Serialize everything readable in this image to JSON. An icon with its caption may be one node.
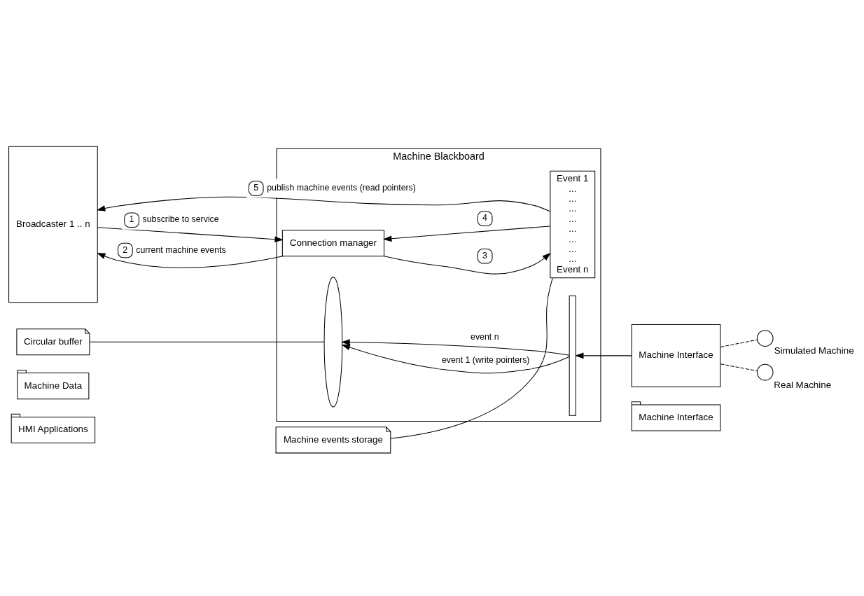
{
  "diagram": {
    "nodes": [
      {
        "text": [
          "HMI Applications"
        ]
      },
      {
        "text": [
          "Machine Data"
        ]
      },
      {
        "text": [
          "Machine Interface"
        ]
      },
      {
        "text": [
          "Broadcaster 1 .. n"
        ]
      },
      {
        "text": [
          "Machine Blackboard"
        ]
      },
      {
        "text": [
          "Connection manager"
        ],
        "in": 4
      },
      {
        "text": [
          "Event 1",
          "...",
          "...",
          "...",
          "...",
          "...",
          "...",
          "...",
          "...",
          "Event n"
        ],
        "in": 4
      },
      {
        "text": [],
        "shape": "ellipse",
        "in": 4
      },
      {
        "text": [],
        "shape": "bar",
        "in": 4
      },
      {
        "text": [
          "Machine Interface"
        ]
      },
      {
        "text": [],
        "shape": "circle",
        "beside": [
          "Simulated Machine"
        ]
      },
      {
        "text": [],
        "shape": "circle",
        "beside": [
          "Real Machine"
        ]
      },
      {
        "text": [
          "Machine events storage"
        ]
      },
      {
        "text": [
          "Circular buffer"
        ]
      }
    ],
    "edges": [
      {
        "from": 3,
        "to": 5,
        "arrow": "to",
        "label": "subscribe to service"
      },
      {
        "from": 5,
        "to": 3,
        "arrow": "to",
        "label": "current machine events"
      },
      {
        "from": 5,
        "to": 6,
        "arrow": "to"
      },
      {
        "from": 6,
        "to": 5,
        "arrow": "to"
      },
      {
        "from": 6,
        "to": 3,
        "arrow": "to",
        "label": "publish machine events (read pointers)"
      },
      {
        "from": 8,
        "to": 7,
        "arrow": "to",
        "label": "event 1 (write pointers)"
      },
      {
        "from": 8,
        "to": 7,
        "arrow": "to",
        "label": "event n"
      },
      {
        "from": 9,
        "to": 8,
        "arrow": "to"
      },
      {
        "from": 9,
        "to": 10,
        "arrow": "none",
        "style": "dashed"
      },
      {
        "from": 9,
        "to": 11,
        "arrow": "none",
        "style": "dashed"
      },
      {
        "from": 12,
        "to": 6,
        "arrow": "none"
      },
      {
        "from": 13,
        "to": 7,
        "arrow": "none"
      }
    ],
    "labels": [
      "1",
      "2",
      "3",
      "4",
      "5"
    ]
  }
}
